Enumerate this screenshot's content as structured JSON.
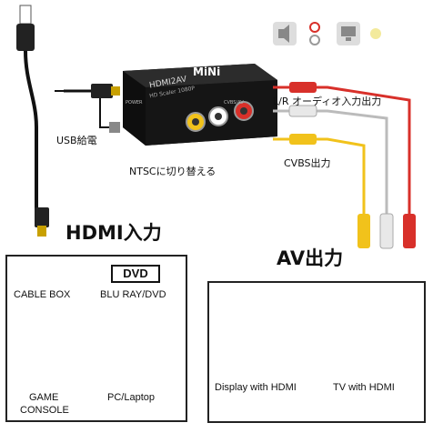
{
  "converter": {
    "brand": "MiNi",
    "model": "HDMI2AV",
    "subtext": "HD Scaler 1080P",
    "side_labels": [
      "POWER",
      "CVBS/AV"
    ]
  },
  "callouts": {
    "usb_power": "USB給電",
    "ntsc_switch": "NTSCに切り替える",
    "lr_audio": "L/R オーディオ入力出力",
    "cvbs_out": "CVBS出力"
  },
  "headings": {
    "hdmi_in": "HDMI入力",
    "av_out": "AV出力"
  },
  "sources": {
    "cable_box": "CABLE BOX",
    "bluray_badge": "DVD",
    "bluray": "BLU RAY/DVD",
    "game_console_line1": "GAME",
    "game_console_line2": "CONSOLE",
    "pc": "PC/Laptop"
  },
  "displays": {
    "monitor": "Display with HDMI",
    "tv": "TV with HDMI"
  },
  "top_icons": [
    "speaker-icon",
    "rca-jacks-icon",
    "monitor-icon",
    "yellow-dot-icon"
  ],
  "colors": {
    "cable_red": "#d8302a",
    "cable_white": "#e8e8e8",
    "cable_yellow": "#f1c21b",
    "converter_body": "#1a1a1a"
  }
}
